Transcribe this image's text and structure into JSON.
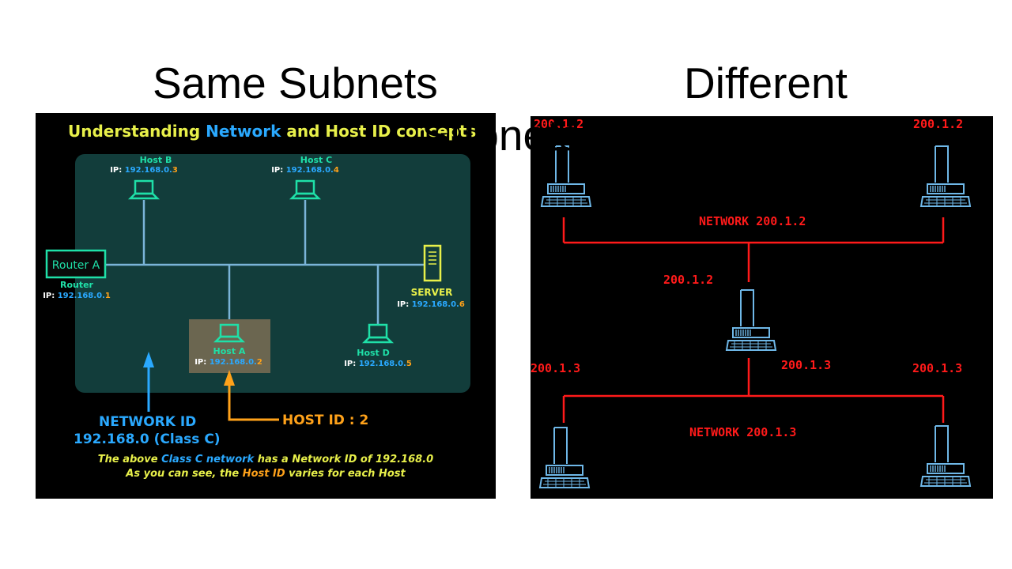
{
  "slide": {
    "title_part1": "Same Subnets",
    "title_part2": "Different",
    "title_part3": "Subnets"
  },
  "left": {
    "title_a": "Understanding ",
    "title_b": "Network",
    "title_c": " and ",
    "title_d": "Host ID",
    "title_e": " concepts",
    "host_b": {
      "name": "Host B",
      "ip_label": "IP: ",
      "ip_net": "192.168.0.",
      "ip_host": "3"
    },
    "host_c": {
      "name": "Host C",
      "ip_label": "IP: ",
      "ip_net": "192.168.0.",
      "ip_host": "4"
    },
    "host_a": {
      "name": "Host A",
      "ip_label": "IP: ",
      "ip_net": "192.168.0.",
      "ip_host": "2"
    },
    "host_d": {
      "name": "Host D",
      "ip_label": "IP: ",
      "ip_net": "192.168.0.",
      "ip_host": "5"
    },
    "router": {
      "box": "Router A",
      "name": "Router",
      "ip_label": "IP: ",
      "ip_net": "192.168.0.",
      "ip_host": "1"
    },
    "server": {
      "name": "SERVER",
      "ip_label": "IP: ",
      "ip_net": "192.168.0.",
      "ip_host": "6"
    },
    "network_id_label": "NETWORK ID",
    "network_id_value": "192.168.0 (Class C)",
    "host_id_label": "HOST ID : 2",
    "caption1_a": "The above ",
    "caption1_b": "Class C network",
    "caption1_c": " has a ",
    "caption1_d": "Network ID",
    "caption1_e": " of 192.168.0",
    "caption2_a": "As you can see, the ",
    "caption2_b": "Host ID",
    "caption2_c": " varies for each Host",
    "colors": {
      "teal": "#1fe0a8",
      "blue": "#2aa9ff",
      "yellow": "#e8f04a",
      "orange": "#ffa21a",
      "panel": "#123d3b"
    }
  },
  "right": {
    "top_left": "200.1.2",
    "top_right": "200.1.2",
    "network1": "NETWORK 200.1.2",
    "center_upper": "200.1.2",
    "center_lower": "200.1.3",
    "bottom_left": "200.1.3",
    "bottom_right": "200.1.3",
    "network2": "NETWORK 200.1.3",
    "colors": {
      "red": "#ff1a1a",
      "computer": "#6fb8e8"
    }
  }
}
